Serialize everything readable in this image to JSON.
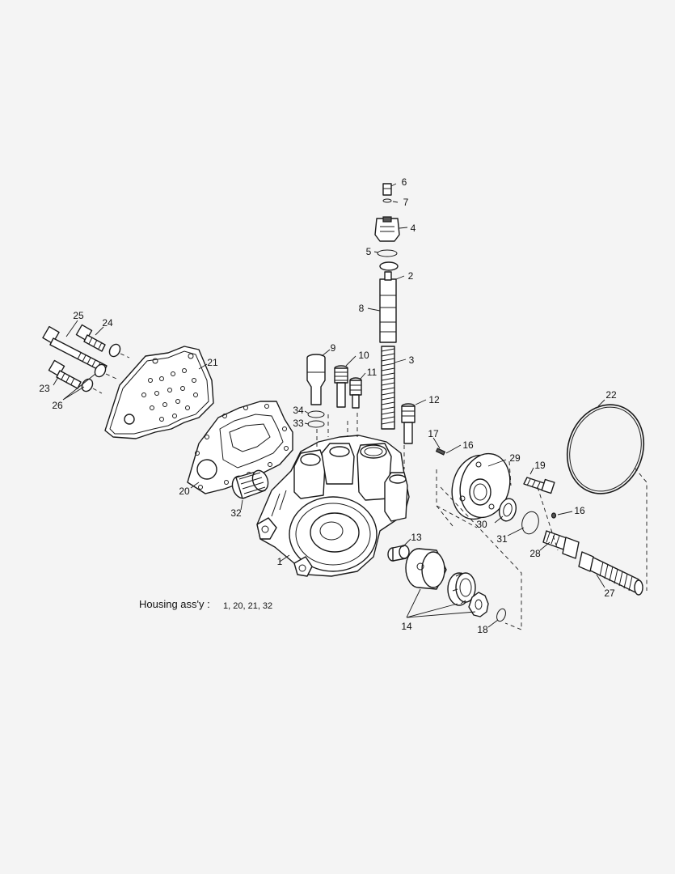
{
  "callouts": [
    {
      "id": "c1",
      "label": "1"
    },
    {
      "id": "c2",
      "label": "2"
    },
    {
      "id": "c3",
      "label": "3"
    },
    {
      "id": "c4",
      "label": "4"
    },
    {
      "id": "c5",
      "label": "5"
    },
    {
      "id": "c6",
      "label": "6"
    },
    {
      "id": "c7",
      "label": "7"
    },
    {
      "id": "c8",
      "label": "8"
    },
    {
      "id": "c9",
      "label": "9"
    },
    {
      "id": "c10",
      "label": "10"
    },
    {
      "id": "c11",
      "label": "11"
    },
    {
      "id": "c12",
      "label": "12"
    },
    {
      "id": "c13",
      "label": "13"
    },
    {
      "id": "c14",
      "label": "14"
    },
    {
      "id": "c16a",
      "label": "16"
    },
    {
      "id": "c16b",
      "label": "16"
    },
    {
      "id": "c17",
      "label": "17"
    },
    {
      "id": "c18",
      "label": "18"
    },
    {
      "id": "c19",
      "label": "19"
    },
    {
      "id": "c20",
      "label": "20"
    },
    {
      "id": "c21",
      "label": "21"
    },
    {
      "id": "c22",
      "label": "22"
    },
    {
      "id": "c23",
      "label": "23"
    },
    {
      "id": "c24",
      "label": "24"
    },
    {
      "id": "c25",
      "label": "25"
    },
    {
      "id": "c26",
      "label": "26"
    },
    {
      "id": "c27",
      "label": "27"
    },
    {
      "id": "c28",
      "label": "28"
    },
    {
      "id": "c29",
      "label": "29"
    },
    {
      "id": "c30",
      "label": "30"
    },
    {
      "id": "c31",
      "label": "31"
    },
    {
      "id": "c32",
      "label": "32"
    },
    {
      "id": "c33",
      "label": "33"
    },
    {
      "id": "c34",
      "label": "34"
    }
  ],
  "caption": {
    "label": "Housing ass'y :",
    "parts": "1, 20, 21, 32"
  }
}
